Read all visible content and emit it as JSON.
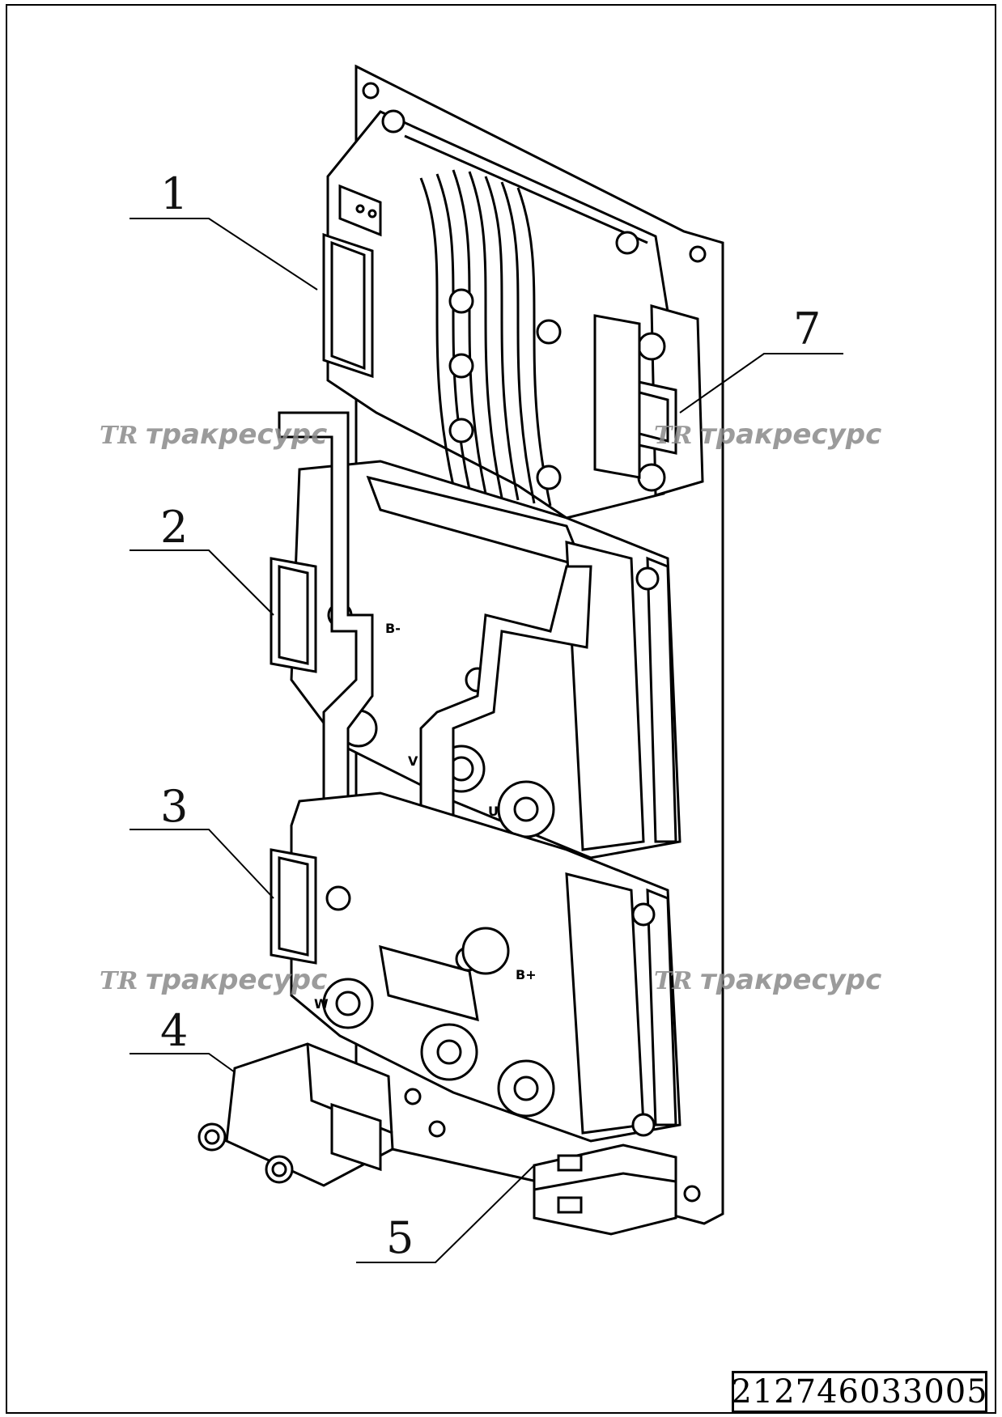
{
  "callouts": [
    {
      "id": "1",
      "label": "1"
    },
    {
      "id": "2",
      "label": "2"
    },
    {
      "id": "3",
      "label": "3"
    },
    {
      "id": "4",
      "label": "4"
    },
    {
      "id": "5",
      "label": "5"
    },
    {
      "id": "7",
      "label": "7"
    }
  ],
  "watermark": {
    "logo": "TR",
    "text": "тракресурс"
  },
  "part_number": "212746033005",
  "terminal_labels": {
    "b_minus": "B-",
    "b_plus": "B+",
    "u": "U",
    "v": "V",
    "w": "W"
  }
}
